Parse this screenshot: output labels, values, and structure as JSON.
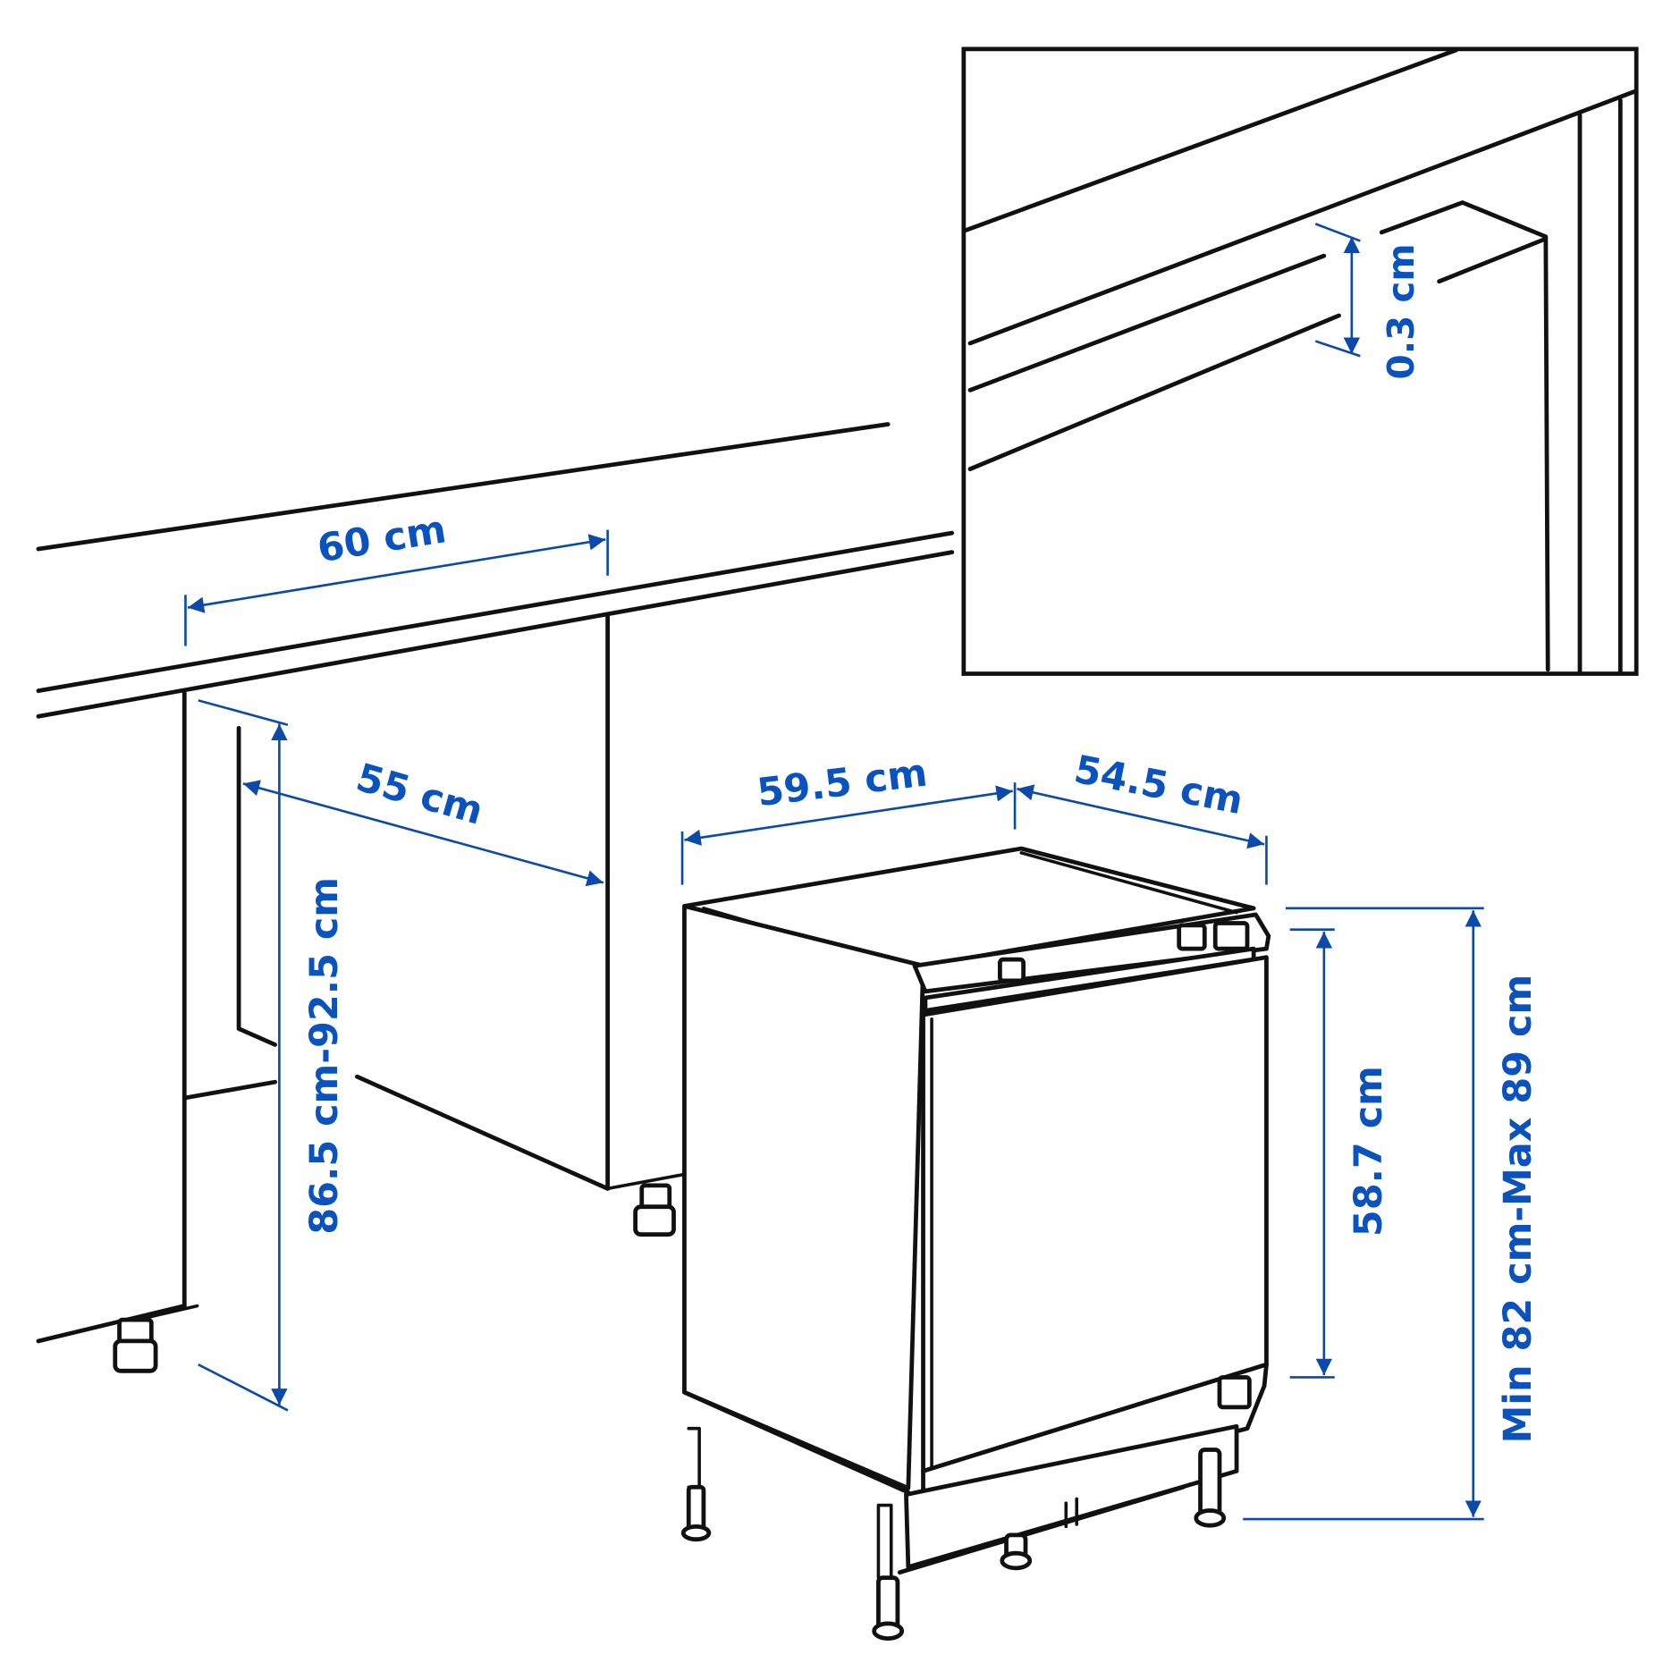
{
  "diagram": {
    "subject": "Integrated under-counter refrigerator installation dimensions",
    "accent_color": "#0a52be",
    "line_color": "#111111",
    "dimensions": {
      "niche_width": "60 cm",
      "niche_depth": "55 cm",
      "niche_height": "86.5 cm-92.5 cm",
      "appliance_width": "59.5 cm",
      "appliance_depth": "54.5 cm",
      "door_height": "58.7 cm",
      "appliance_height": "Min 82 cm-Max 89 cm",
      "inset_gap": "0.3 cm"
    },
    "inset": {
      "label": "detail-view-door-gap"
    }
  }
}
